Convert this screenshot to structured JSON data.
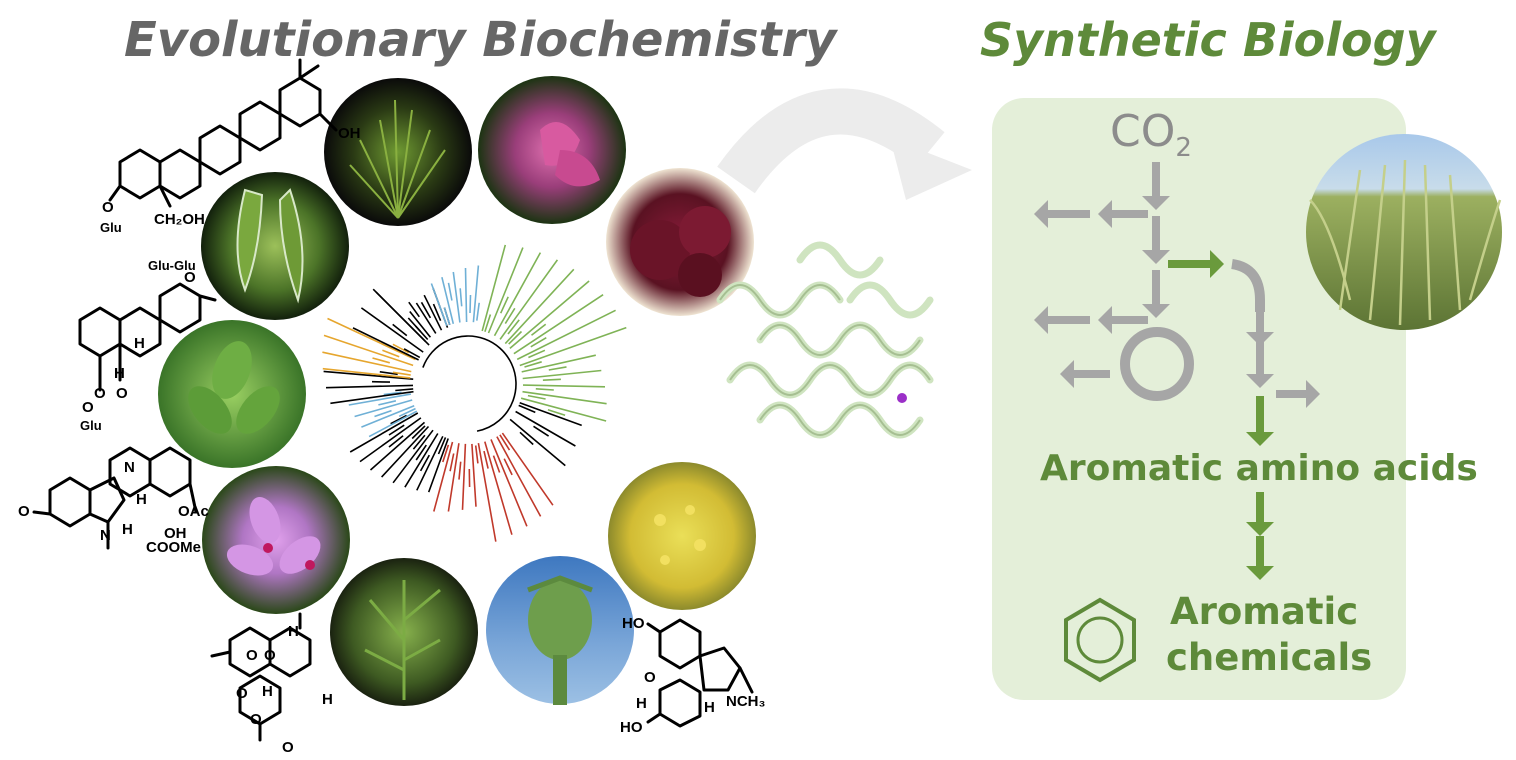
{
  "titles": {
    "left": "Evolutionary Biochemistry",
    "right": "Synthetic Biology"
  },
  "colors": {
    "title_gray": "#666666",
    "title_green": "#5e8a3a",
    "panel_green": "#e4efd9",
    "arrow_gray": "#a6a6a6",
    "arrow_green": "#6a9a3c",
    "tree_blue": "#6fb0d6",
    "tree_green": "#7fb356",
    "tree_orange": "#e6a62e",
    "tree_red": "#c0392b",
    "tree_black": "#000000"
  },
  "pathway": {
    "co2_main": "CO",
    "co2_sub": "2",
    "amino_acids": "Aromatic amino acids",
    "chemicals_line1": "Aromatic",
    "chemicals_line2": "chemicals"
  },
  "chem_labels": {
    "oh_top": "OH",
    "o_glu_o": "O",
    "o_glu_glu": "Glu",
    "ch2oh": "CH₂OH",
    "gluglu": "Glu-Glu",
    "gluglu_o": "O",
    "h_ring1": "H",
    "h_ring2": "H",
    "ester_o1": "O",
    "ester_o2": "O",
    "ester_o3": "O",
    "ester_glu": "Glu",
    "vin_n1": "N",
    "vin_o": "O",
    "vin_h": "H",
    "vin_n2": "N",
    "vin_h2": "H",
    "vin_oac": "OAc",
    "vin_oh": "OH",
    "vin_coome": "COOMe",
    "art_h1": "H",
    "art_o1": "O",
    "art_o2": "O",
    "art_o3": "O",
    "art_h2": "H",
    "art_h3": "H",
    "art_o4": "O",
    "art_o5": "O",
    "mor_ho1": "HO",
    "mor_o": "O",
    "mor_h": "H",
    "mor_h2": "H",
    "mor_nch3": "NCH₃",
    "mor_ho2": "HO"
  },
  "photos": [
    {
      "name": "switchgrass-seedling",
      "colors": [
        "#0c0c0c",
        "#7fa83a"
      ]
    },
    {
      "name": "bougainvillea-flower",
      "colors": [
        "#203a14",
        "#d45b9c"
      ]
    },
    {
      "name": "beetroot",
      "colors": [
        "#f2e8d8",
        "#7a1830"
      ]
    },
    {
      "name": "soybean-pods",
      "colors": [
        "#1a2a12",
        "#6e9a3a"
      ]
    },
    {
      "name": "stevia-leaves",
      "colors": [
        "#3f7a2a",
        "#8cc35a"
      ]
    },
    {
      "name": "periwinkle-flower",
      "colors": [
        "#2d4a1a",
        "#c98ad8"
      ]
    },
    {
      "name": "sweet-wormwood",
      "colors": [
        "#1e2a14",
        "#6f9a3e"
      ]
    },
    {
      "name": "poppy-pod",
      "colors": [
        "#5c8fc8",
        "#6d9c4e"
      ]
    },
    {
      "name": "mustard-field",
      "colors": [
        "#c9b630",
        "#e6d84a"
      ]
    },
    {
      "name": "sugarcane-field",
      "colors": [
        "#a9c8e8",
        "#8fa85a"
      ]
    }
  ]
}
